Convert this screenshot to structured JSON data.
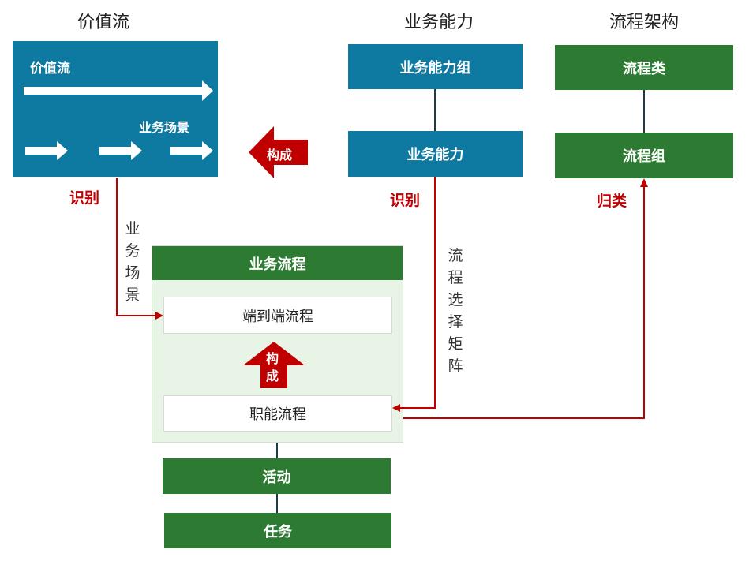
{
  "headings": {
    "value_stream": "价值流",
    "capability": "业务能力",
    "process_arch": "流程架构"
  },
  "value_stream_box": {
    "title": "价值流",
    "scenario": "业务场景"
  },
  "capability": {
    "group": "业务能力组",
    "item": "业务能力"
  },
  "process_arch": {
    "category": "流程类",
    "group": "流程组"
  },
  "arrow_compose_left": "构成",
  "arrow_compose_up": "构\n成",
  "labels": {
    "identify_left": "识别",
    "identify_mid": "识别",
    "classify": "归类",
    "scenario_vertical": "业务场景",
    "matrix_vertical": "流程选择矩阵"
  },
  "business_process": {
    "title": "业务流程",
    "e2e": "端到端流程",
    "functional": "职能流程"
  },
  "activity": "活动",
  "task": "任务",
  "colors": {
    "blue": "#0f7aa1",
    "green": "#2d7b32",
    "red": "#c00000",
    "light_green": "#e8f5e6"
  }
}
